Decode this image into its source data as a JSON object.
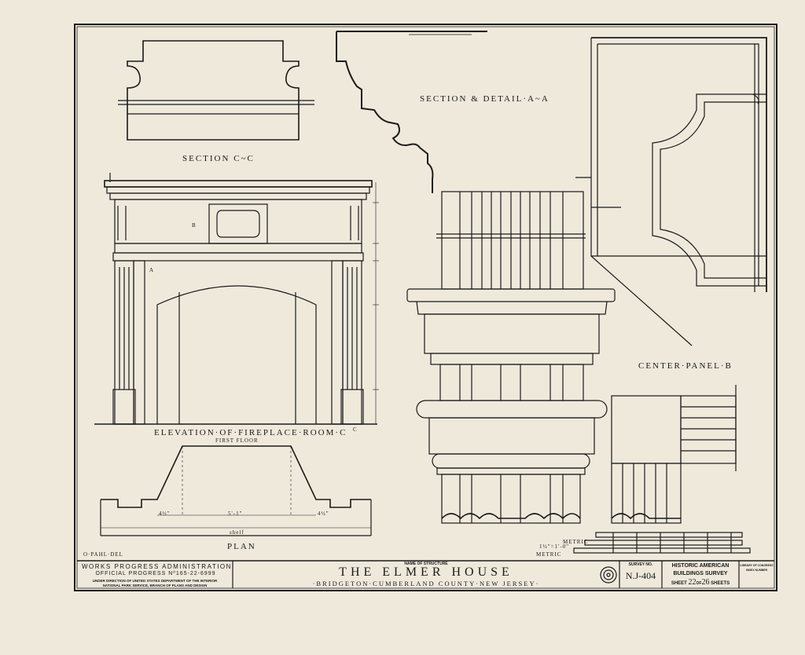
{
  "labels": {
    "section_cc": "SECTION C~C",
    "section_aa": "SECTION & DETAIL·A~A",
    "center_panel": "CENTER·PANEL·B",
    "elevation": "ELEVATION·OF·FIREPLACE·ROOM·C",
    "elevation_sub": "FIRST FLOOR",
    "plan": "PLAN",
    "plan_dim_center": "5'-1\"",
    "plan_dim_left": "4½\"",
    "plan_dim_right": "4½\"",
    "plan_shelf": "shelf",
    "delineator": "O·PAHL·DEL",
    "marker_b": "B",
    "marker_a": "A",
    "marker_c": "C",
    "scale_metric_1": "METRIC",
    "scale_metric_2": "METRIC",
    "scale_ratio": "1½\"=1'-0\""
  },
  "title_block": {
    "wpa_line1": "WORKS PROGRESS ADMINISTRATION",
    "wpa_line2": "OFFICIAL PROGRESS Nº165-22-6999",
    "wpa_line3": "UNDER DIRECTION OF UNITED STATES DEPARTMENT OF THE INTERIOR",
    "wpa_line4": "NATIONAL PARK SERVICE, BRANCH OF PLANS AND DESIGN",
    "name_caption": "NAME OF STRUCTURE",
    "name": "THE ELMER HOUSE",
    "location": "·BRIDGETON·CUMBERLAND COUNTY·NEW JERSEY·",
    "survey_caption": "SURVEY NO.",
    "survey_no": "N.J-404",
    "habs_line1": "HISTORIC AMERICAN",
    "habs_line2": "BUILDINGS SURVEY",
    "sheet_prefix": "SHEET",
    "sheet_no": "22",
    "sheet_of": "OF",
    "sheet_total": "26",
    "sheet_suffix": "SHEETS",
    "library_line1": "LIBRARY OF CONGRESS",
    "library_line2": "INDEX NUMBER"
  },
  "colors": {
    "paper": "#efe9dc",
    "ink": "#1a1a1a"
  }
}
